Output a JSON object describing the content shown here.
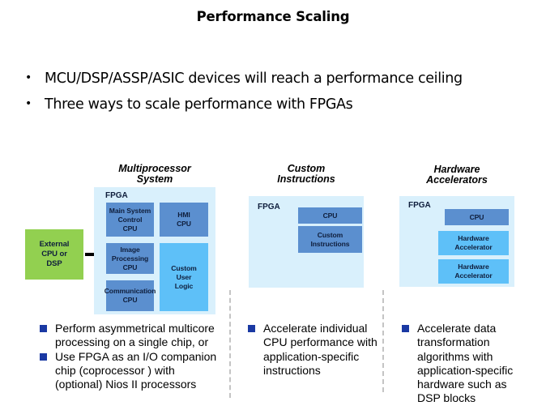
{
  "slide": {
    "title": "Performance Scaling",
    "top_bullets": [
      {
        "marker": "•",
        "text": "MCU/DSP/ASSP/ASIC devices will reach a performance ceiling"
      },
      {
        "marker": "•",
        "text": "Three ways to scale performance with FPGAs"
      }
    ]
  },
  "colors": {
    "fpga_background": "#d9f0fc",
    "cpu_block": "#5b8fcf",
    "custom_block": "#5ec0f8",
    "external_block": "#92d050",
    "bullet_square": "#1a39a3"
  },
  "columns": [
    {
      "title_line1": "Multiprocessor",
      "title_line2": "System",
      "fpga_label": "FPGA",
      "external": {
        "line1": "External",
        "line2": "CPU or",
        "line3": "DSP"
      },
      "blocks": [
        {
          "line1": "Main System",
          "line2": "Control",
          "line3": "CPU",
          "style": "dark"
        },
        {
          "line1": "HMI",
          "line2": "CPU",
          "style": "dark"
        },
        {
          "line1": "Image",
          "line2": "Processing",
          "line3": "CPU",
          "style": "dark"
        },
        {
          "line1": "Communication",
          "line2": "CPU",
          "style": "dark"
        },
        {
          "line1": "Custom",
          "line2": "User",
          "line3": "Logic",
          "style": "light"
        }
      ],
      "bullets": [
        {
          "line1": "Perform asymmetrical multicore",
          "line2": "processing on a single chip, or"
        },
        {
          "line1": "Use FPGA as an I/O companion",
          "line2": "chip (coprocessor ) with",
          "line3": "(optional) Nios II processors"
        }
      ]
    },
    {
      "title_line1": "Custom",
      "title_line2": "Instructions",
      "fpga_label": "FPGA",
      "blocks": [
        {
          "line1": "CPU",
          "style": "dark"
        },
        {
          "line1": "Custom",
          "line2": "Instructions",
          "style": "dark"
        }
      ],
      "bullets": [
        {
          "line1": "Accelerate individual",
          "line2": "CPU performance with",
          "line3": "application-specific",
          "line4": "instructions"
        }
      ]
    },
    {
      "title_line1": "Hardware",
      "title_line2": "Accelerators",
      "fpga_label": "FPGA",
      "blocks": [
        {
          "line1": "CPU",
          "style": "dark"
        },
        {
          "line1": "Hardware",
          "line2": "Accelerator",
          "style": "light"
        },
        {
          "line1": "Hardware",
          "line2": "Accelerator",
          "style": "light"
        }
      ],
      "bullets": [
        {
          "line1": "Accelerate data",
          "line2": "transformation",
          "line3": "algorithms with",
          "line4": "application-specific",
          "line5": "hardware such as",
          "line6": "DSP blocks"
        }
      ]
    }
  ]
}
